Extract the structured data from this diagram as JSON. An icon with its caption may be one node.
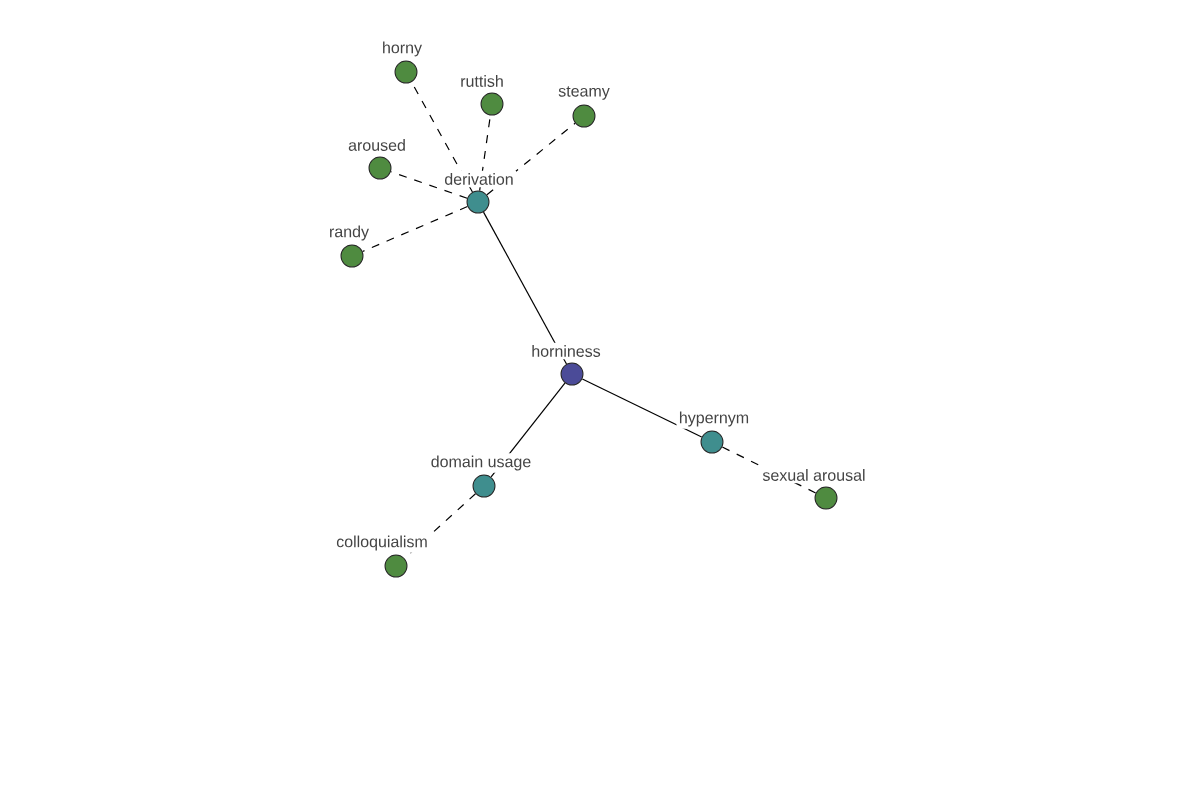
{
  "diagram": {
    "nodes": [
      {
        "text": [
          "horny"
        ]
      },
      {
        "text": [
          "ruttish"
        ]
      },
      {
        "text": [
          "steamy"
        ]
      },
      {
        "text": [
          "aroused"
        ]
      },
      {
        "text": [
          "derivation"
        ]
      },
      {
        "text": [
          "randy"
        ]
      },
      {
        "text": [
          "horniness"
        ]
      },
      {
        "text": [
          "hypernym"
        ]
      },
      {
        "text": [
          "domain usage"
        ]
      },
      {
        "text": [
          "sexual arousal"
        ]
      },
      {
        "text": [
          "colloquialism"
        ]
      }
    ],
    "edges": [
      {
        "from": 6,
        "to": 4,
        "arrow": "none"
      },
      {
        "from": 6,
        "to": 8,
        "arrow": "none"
      },
      {
        "from": 6,
        "to": 7,
        "arrow": "none"
      },
      {
        "from": 4,
        "to": 0,
        "arrow": "none",
        "style": "dashed"
      },
      {
        "from": 4,
        "to": 1,
        "arrow": "none",
        "style": "dashed"
      },
      {
        "from": 4,
        "to": 2,
        "arrow": "none",
        "style": "dashed"
      },
      {
        "from": 4,
        "to": 3,
        "arrow": "none",
        "style": "dashed"
      },
      {
        "from": 4,
        "to": 5,
        "arrow": "none",
        "style": "dashed"
      },
      {
        "from": 8,
        "to": 10,
        "arrow": "none",
        "style": "dashed"
      },
      {
        "from": 7,
        "to": 9,
        "arrow": "none",
        "style": "dashed"
      }
    ]
  }
}
